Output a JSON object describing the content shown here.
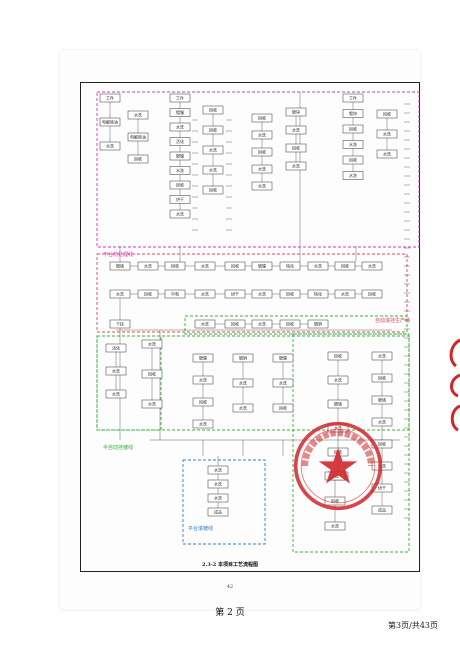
{
  "caption": "2.3-2  本项目工艺流程图",
  "inner_page_number": "42",
  "page_label": "第 2 页",
  "page_count": "第3页/共43页",
  "zones": [
    {
      "id": "top",
      "label": "平台前处理线",
      "color": "#d633d6"
    },
    {
      "id": "mid",
      "label": "自动滚挂生产线",
      "color": "#e0475e"
    },
    {
      "id": "lower",
      "label": "半自动挂镀线",
      "color": "#2fb534"
    },
    {
      "id": "small",
      "label": "平台滚镀线",
      "color": "#2f7fd0"
    },
    {
      "id": "right",
      "label": "",
      "color": "#2fb534"
    }
  ],
  "box_labels": {
    "degrease": "除油",
    "ultrasonic": "超声除油",
    "wash": "水洗",
    "electrolytic": "电解除油",
    "acid": "酸洗",
    "activate": "活化",
    "neutralize": "中和",
    "rinse": "回收",
    "plate": "镀镍",
    "zinc": "镀锌",
    "copper": "镀铜",
    "chrome": "镀铬",
    "passivate": "钝化",
    "dry": "烘干",
    "hang": "挂件",
    "unload": "下挂",
    "input": "工件",
    "product": "成品"
  },
  "seal": {
    "text": "东莞市恒业五金制品有限公司",
    "color": "#d0262a"
  }
}
